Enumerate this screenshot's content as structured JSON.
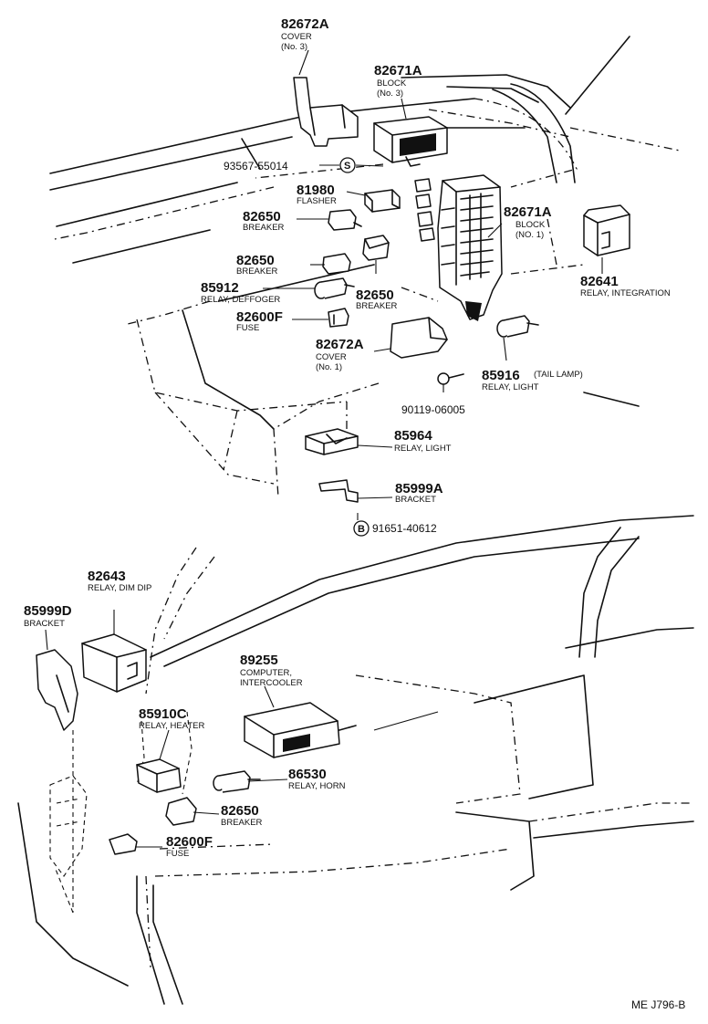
{
  "drawing_code": "ME J796-B",
  "symbols": {
    "s": "S",
    "b": "B"
  },
  "parts": [
    {
      "number": "82672A",
      "lines": [
        "COVER",
        "(No. 3)"
      ]
    },
    {
      "number": "82671A",
      "lines": [
        "BLOCK",
        "(No. 3)"
      ]
    },
    {
      "number": "93567-55014",
      "lines": []
    },
    {
      "number": "81980",
      "lines": [
        "FLASHER"
      ]
    },
    {
      "number": "82650",
      "lines": [
        "BREAKER"
      ]
    },
    {
      "number": "82671A",
      "lines": [
        "BLOCK",
        "(NO. 1)"
      ]
    },
    {
      "number": "82650",
      "lines": [
        "BREAKER"
      ]
    },
    {
      "number": "85912",
      "lines": [
        "RELAY, DEFFOGER"
      ]
    },
    {
      "number": "82650",
      "lines": [
        "BREAKER"
      ]
    },
    {
      "number": "82641",
      "lines": [
        "RELAY, INTEGRATION"
      ]
    },
    {
      "number": "82600F",
      "lines": [
        "FUSE"
      ]
    },
    {
      "number": "82672A",
      "lines": [
        "COVER",
        "(No. 1)"
      ]
    },
    {
      "number": "85916",
      "extra": "(TAIL LAMP)",
      "lines": [
        "RELAY, LIGHT"
      ]
    },
    {
      "number": "90119-06005",
      "lines": []
    },
    {
      "number": "85964",
      "lines": [
        "RELAY, LIGHT"
      ]
    },
    {
      "number": "85999A",
      "lines": [
        "BRACKET"
      ]
    },
    {
      "number": "91651-40612",
      "lines": []
    },
    {
      "number": "82643",
      "lines": [
        "RELAY, DIM DIP"
      ]
    },
    {
      "number": "85999D",
      "lines": [
        "BRACKET"
      ]
    },
    {
      "number": "89255",
      "lines": [
        "COMPUTER,",
        "INTERCOOLER"
      ]
    },
    {
      "number": "85910C",
      "lines": [
        "RELAY, HEATER"
      ]
    },
    {
      "number": "86530",
      "lines": [
        "RELAY, HORN"
      ]
    },
    {
      "number": "82650",
      "lines": [
        "BREAKER"
      ]
    },
    {
      "number": "82600F",
      "lines": [
        "FUSE"
      ]
    }
  ]
}
